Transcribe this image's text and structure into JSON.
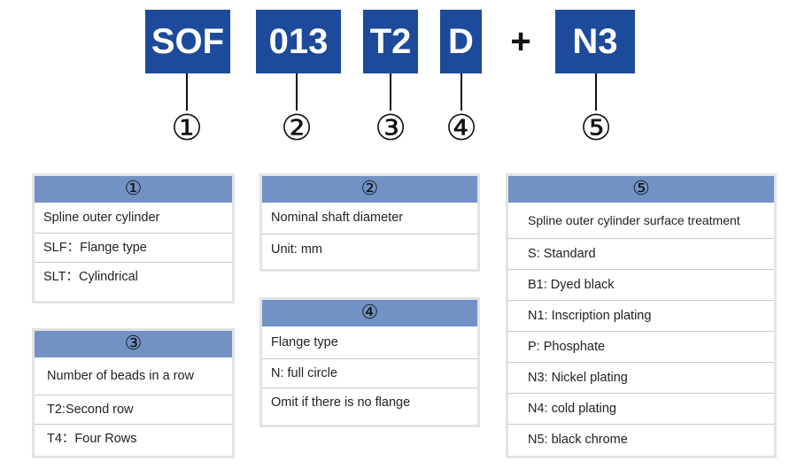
{
  "code_parts": {
    "p1": "SOF",
    "p2": "013",
    "p3": "T2",
    "p4": "D",
    "plus": "+",
    "p5": "N3"
  },
  "markers": {
    "m1": "①",
    "m2": "②",
    "m3": "③",
    "m4": "④",
    "m5": "⑤"
  },
  "panel1": {
    "title": "①",
    "rows": [
      "Spline outer cylinder",
      "SLF：Flange type",
      "SLT：Cylindrical"
    ]
  },
  "panel2": {
    "title": "②",
    "rows": [
      "Nominal shaft diameter",
      "Unit: mm"
    ]
  },
  "panel3": {
    "title": "③",
    "rows": [
      "Number of beads in a row",
      "T2:Second row",
      "T4：Four Rows"
    ]
  },
  "panel4": {
    "title": "④",
    "rows": [
      "Flange type",
      "N: full circle",
      "Omit if there is no flange"
    ]
  },
  "panel5": {
    "title": "⑤",
    "rows": [
      "Spline outer cylinder  surface treatment",
      "S: Standard",
      "B1: Dyed black",
      "N1: Inscription plating",
      "P: Phosphate",
      "N3: Nickel plating",
      "N4: cold plating",
      "N5: black chrome"
    ]
  },
  "colors": {
    "code_box": "#1d4a9a",
    "panel_header": "#7292c6"
  }
}
